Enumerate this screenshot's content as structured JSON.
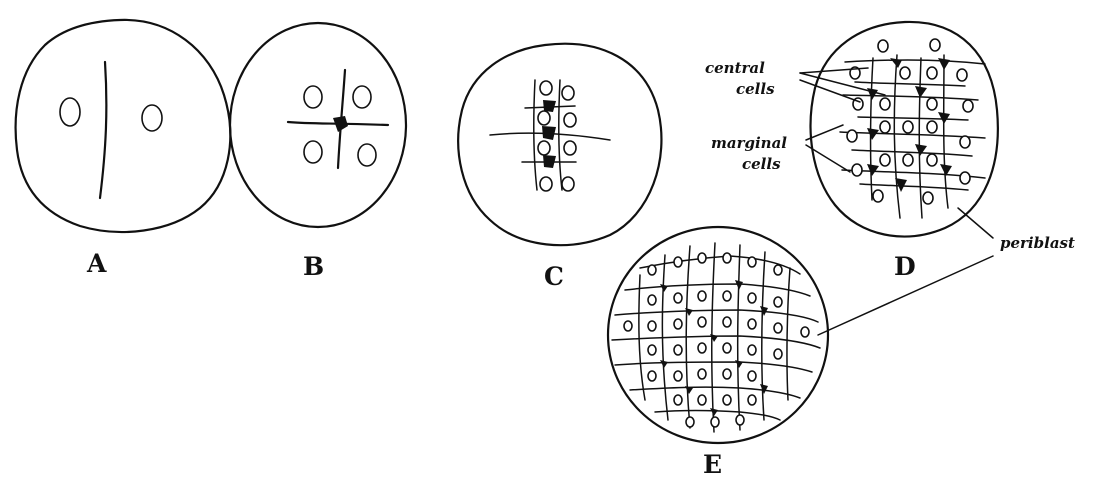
{
  "panels": [
    {
      "id": "A",
      "label": "A"
    },
    {
      "id": "B",
      "label": "B"
    },
    {
      "id": "C",
      "label": "C"
    },
    {
      "id": "D",
      "label": "D"
    },
    {
      "id": "E",
      "label": "E"
    }
  ],
  "annotations": {
    "central_cells": [
      "central",
      "cells"
    ],
    "marginal_cells": [
      "marginal",
      "cells"
    ],
    "periblast": "periblast"
  }
}
